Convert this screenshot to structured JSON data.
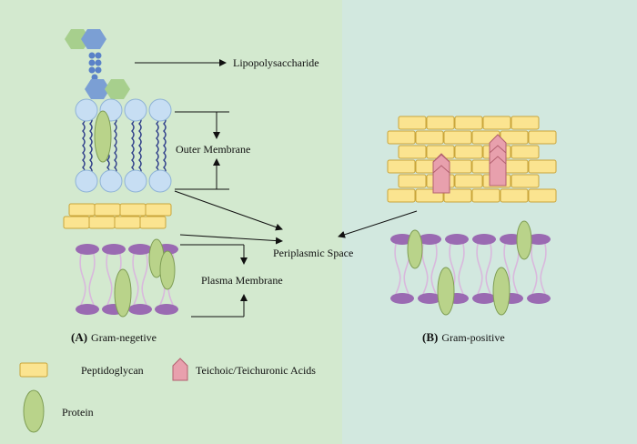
{
  "colors": {
    "panel_left": "#d3e9cf",
    "panel_right": "#d2e8df",
    "peptidoglycan_fill": "#fbe490",
    "peptidoglycan_stroke": "#c9a53a",
    "protein_fill": "#b9d38a",
    "protein_stroke": "#7f9e55",
    "lipid_head_fill": "#c7def3",
    "lipid_head_stroke": "#8fb3d6",
    "lipid_tail": "#2f3f8a",
    "plasma_head_fill": "#9a6ab2",
    "plasma_tail": "#d9b8dd",
    "teichoic_fill": "#e8a0ad",
    "teichoic_stroke": "#b2606f",
    "hexagon_blue": "#7b9fd4",
    "hexagon_green": "#a7cf8d",
    "sugar_chain": "#5a82c8",
    "arrow": "#111111"
  },
  "labels": {
    "lipopolysaccharide": "Lipopolysaccharide",
    "outer_membrane": "Outer Membrane",
    "periplasmic_space": "Periplasmic Space",
    "plasma_membrane": "Plasma Membrane"
  },
  "captions": {
    "a_letter": "(A)",
    "a_text": "Gram-negetive",
    "b_letter": "(B)",
    "b_text": "Gram-positive"
  },
  "legend": {
    "peptidoglycan": "Peptidoglycan",
    "teichoic": "Teichoic/Teichuronic Acids",
    "protein": "Protein"
  },
  "icons": [
    "peptidoglycan-brick-icon",
    "teichoic-acid-icon",
    "protein-icon",
    "hexagon-sugar-icon"
  ]
}
